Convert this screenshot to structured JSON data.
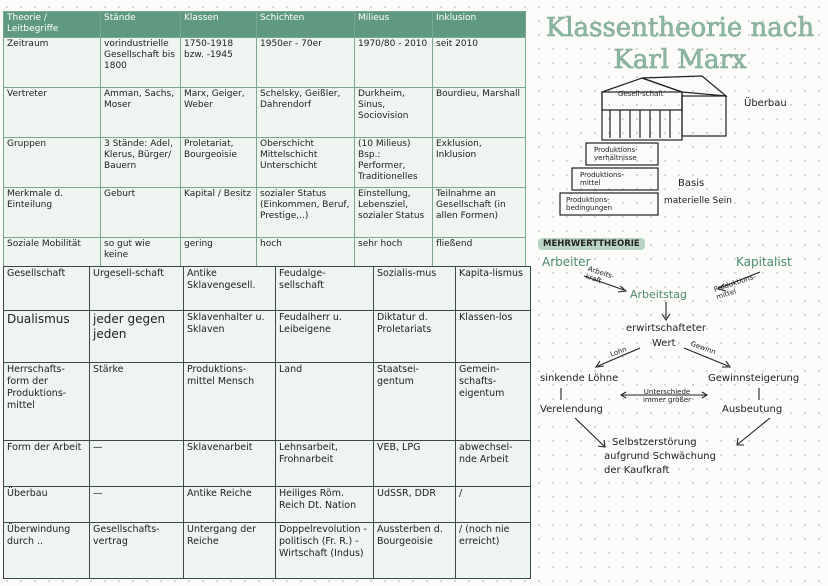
{
  "title": {
    "line1": "Klassentheorie nach",
    "line2": "Karl Marx"
  },
  "table1": {
    "headers": [
      "Theorie / Leitbegriffe",
      "Stände",
      "Klassen",
      "Schichten",
      "Milieus",
      "Inklusion"
    ],
    "rows": [
      [
        "Zeitraum",
        "vorindustrielle Gesellschaft bis 1800",
        "1750-1918 bzw. -1945",
        "1950er - 70er",
        "1970/80 - 2010",
        "seit 2010"
      ],
      [
        "Vertreter",
        "Amman, Sachs, Moser",
        "Marx, Geiger, Weber",
        "Schelsky, Geißler, Dahrendorf",
        "Durkheim, Sinus, Sociovision",
        "Bourdieu, Marshall"
      ],
      [
        "Gruppen",
        "3 Stände: Adel, Klerus, Bürger/ Bauern",
        "Proletariat, Bourgeoisie",
        "Oberschicht Mittelschicht Unterschicht",
        "(10 Milieus) Bsp.: Performer, Traditionelles",
        "Exklusion, Inklusion"
      ],
      [
        "Merkmale d. Einteilung",
        "Geburt",
        "Kapital / Besitz",
        "sozialer Status (Einkommen, Beruf, Prestige,..)",
        "Einstellung, Lebensziel, sozialer Status",
        "Teilnahme an Gesellschaft (in allen Formen)"
      ],
      [
        "Soziale Mobilität",
        "so gut wie keine",
        "gering",
        "hoch",
        "sehr hoch",
        "fließend"
      ]
    ]
  },
  "table2": {
    "headers": [
      "Gesellschaft",
      "Urgesell-schaft",
      "Antike Sklavengesell.",
      "Feudalge-sellschaft",
      "Sozialis-mus",
      "Kapita-lismus"
    ],
    "rows": [
      [
        "Dualismus",
        "jeder gegen jeden",
        "Sklavenhalter u. Sklaven",
        "Feudalherr u. Leibeigene",
        "Diktatur d. Proletariats",
        "Klassen-los"
      ],
      [
        "Herrschafts-form der Produktions-mittel",
        "Stärke",
        "Produktions-mittel Mensch",
        "Land",
        "Staatsei-gentum",
        "Gemein-schafts-eigentum"
      ],
      [
        "Form der Arbeit",
        "—",
        "Sklavenarbeit",
        "Lehnsarbeit, Frohnarbeit",
        "VEB, LPG",
        "abwechsel-nde Arbeit"
      ],
      [
        "Überbau",
        "—",
        "Antike Reiche",
        "Heiliges Röm. Reich Dt. Nation",
        "UdSSR, DDR",
        "/"
      ],
      [
        "Überwindung durch ..",
        "Gesellschafts-vertrag",
        "Untergang der Reiche",
        "Doppelrevolution - politisch (Fr. R.) - Wirtschaft (Indus)",
        "Aussterben d. Bourgeoisie",
        "/ (noch nie erreicht)"
      ]
    ]
  },
  "house": {
    "roof": "Gesell-schaft",
    "ueberbau": "Überbau",
    "steps": [
      "Produktions-verhältnisse",
      "Produktions-mittel",
      "Produktions-bedingungen"
    ],
    "basis": "Basis",
    "basis_sub": "materielle Sein"
  },
  "mehrwert": {
    "heading": "MEHRWERTTHEORIE",
    "arbeiter": "Arbeiter",
    "kapitalist": "Kapitalist",
    "arbeitskraft": "Arbeits-kraft",
    "produktionsmittel": "Produktions-mittel",
    "arbeitstag": "Arbeitstag",
    "erwirtschafteter": "erwirtschafteter",
    "wert": "Wert",
    "lohn": "Lohn",
    "gewinn": "Gewinn",
    "sinkende": "sinkende Löhne",
    "gewinnsteig": "Gewinnsteigerung",
    "unterschiede": "Unterschiede immer größer",
    "verelendung": "Verelendung",
    "ausbeutung": "Ausbeutung",
    "selbst1": "Selbstzerstörung",
    "selbst2": "aufgrund Schwächung",
    "selbst3": "der Kaufkraft"
  }
}
